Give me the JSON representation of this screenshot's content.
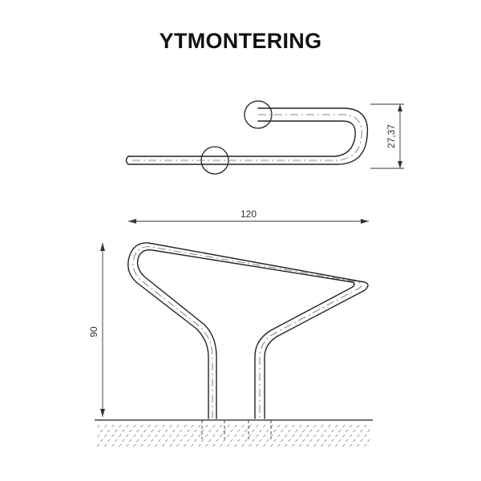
{
  "title": "YTMONTERING",
  "dimensions": {
    "top_view_depth": "27,37",
    "width": "120",
    "height": "90"
  }
}
